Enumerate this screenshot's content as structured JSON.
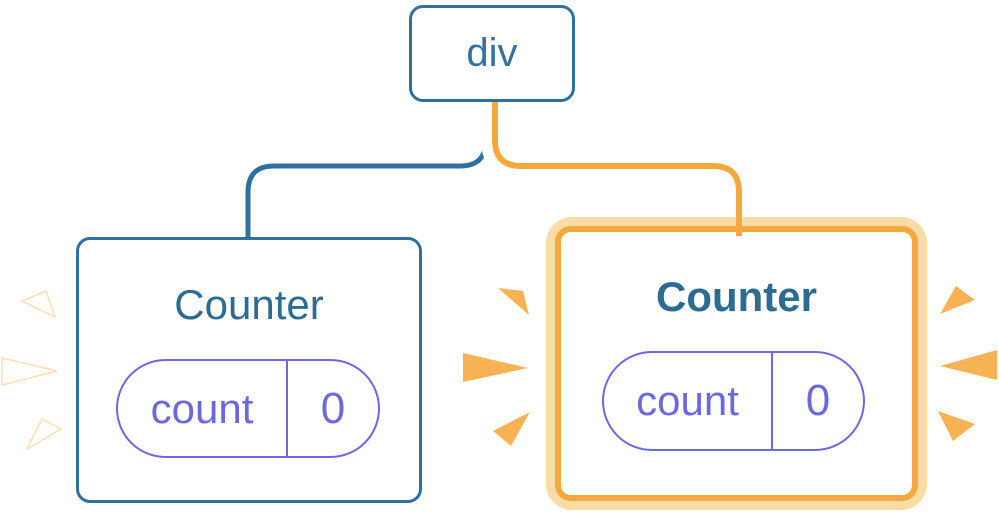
{
  "tree": {
    "root": {
      "label": "div"
    },
    "children": [
      {
        "title": "Counter",
        "state_label": "count",
        "state_value": "0",
        "highlighted": false
      },
      {
        "title": "Counter",
        "state_label": "count",
        "state_value": "0",
        "highlighted": true
      }
    ]
  },
  "colors": {
    "blue_border": "#2F709E",
    "node_text_blue": "#35719F",
    "title_blue": "#2C6C92",
    "state_indigo": "#6C68E2",
    "highlight_orange": "#F5A93C",
    "highlight_peach": "#FBDBA6",
    "spark_orange": "#F7B254",
    "card_background": "#FFFFFF"
  }
}
